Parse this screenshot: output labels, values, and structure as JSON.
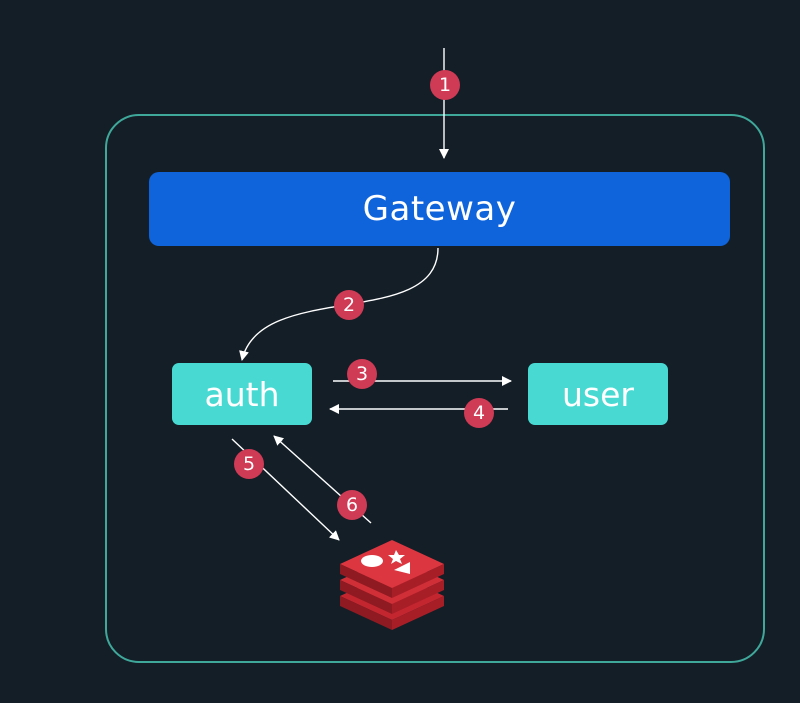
{
  "diagram": {
    "nodes": {
      "gateway": "Gateway",
      "auth": "auth",
      "user": "user"
    },
    "cache_icon": "redis-database-icon",
    "steps": [
      "1",
      "2",
      "3",
      "4",
      "5",
      "6"
    ],
    "colors": {
      "background": "#141e27",
      "container_border": "#3fa89b",
      "gateway_fill": "#0f64dc",
      "service_fill": "#48dad2",
      "step_badge": "#cf3a55",
      "arrow": "#ffffff",
      "redis_red": "#c4262f"
    }
  }
}
